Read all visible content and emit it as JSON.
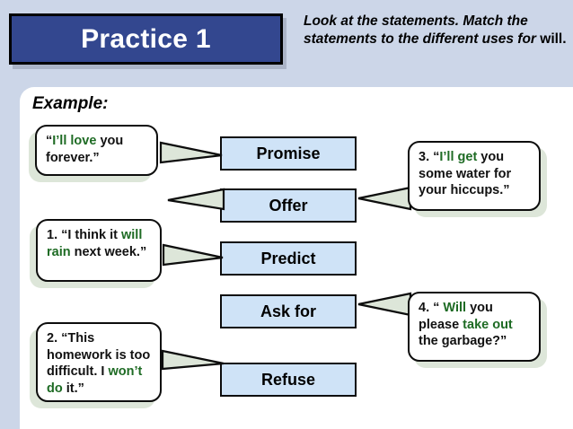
{
  "slide": {
    "title": "Practice 1",
    "instruction_italic": "Look at the statements.  Match the statements to the different uses for ",
    "instruction_plain": "will.",
    "example_label": "Example:"
  },
  "colors": {
    "background": "#ccd6e8",
    "panel": "#ffffff",
    "banner_fill": "#33478f",
    "banner_text": "#ffffff",
    "category_fill": "#cfe3f7",
    "highlight_green": "#1e6b24",
    "callout_shadow": "#dde6d9",
    "outline": "#0d0d0d"
  },
  "categories": [
    {
      "label": "Promise"
    },
    {
      "label": "Offer"
    },
    {
      "label": "Predict"
    },
    {
      "label": "Ask for"
    },
    {
      "label": "Refuse"
    }
  ],
  "callouts": [
    {
      "id": "example",
      "number": "",
      "segments": [
        {
          "text": "“",
          "style": "plain"
        },
        {
          "text": "I’ll love",
          "style": "green"
        },
        {
          "text": " you forever.”",
          "style": "plain"
        }
      ],
      "full_text": "“I’ll love you forever.”"
    },
    {
      "id": "item-1",
      "number": "1.",
      "segments": [
        {
          "text": "1. “I think it ",
          "style": "plain"
        },
        {
          "text": "will rain",
          "style": "green"
        },
        {
          "text": " next week.”",
          "style": "plain"
        }
      ],
      "full_text": "1. “I think it will rain next week.”"
    },
    {
      "id": "item-2",
      "number": "2.",
      "segments": [
        {
          "text": "2. “This homework is too difficult.  I ",
          "style": "plain"
        },
        {
          "text": "won’t do",
          "style": "green"
        },
        {
          "text": " it.”",
          "style": "plain"
        }
      ],
      "full_text": "2. “This homework is too difficult.  I won’t do it.”"
    },
    {
      "id": "item-3",
      "number": "3.",
      "segments": [
        {
          "text": "3. “",
          "style": "plain"
        },
        {
          "text": "I’ll get",
          "style": "green"
        },
        {
          "text": " you some water for your hiccups.”",
          "style": "plain"
        }
      ],
      "full_text": "3. “I’ll get you some water for your hiccups.”"
    },
    {
      "id": "item-4",
      "number": "4.",
      "segments": [
        {
          "text": "4.  “ ",
          "style": "plain"
        },
        {
          "text": "Will",
          "style": "green"
        },
        {
          "text": " you please ",
          "style": "plain"
        },
        {
          "text": "take out",
          "style": "green"
        },
        {
          "text": " the garbage?”",
          "style": "plain"
        }
      ],
      "full_text": "4.  “ Will you please take out the garbage?”"
    }
  ]
}
